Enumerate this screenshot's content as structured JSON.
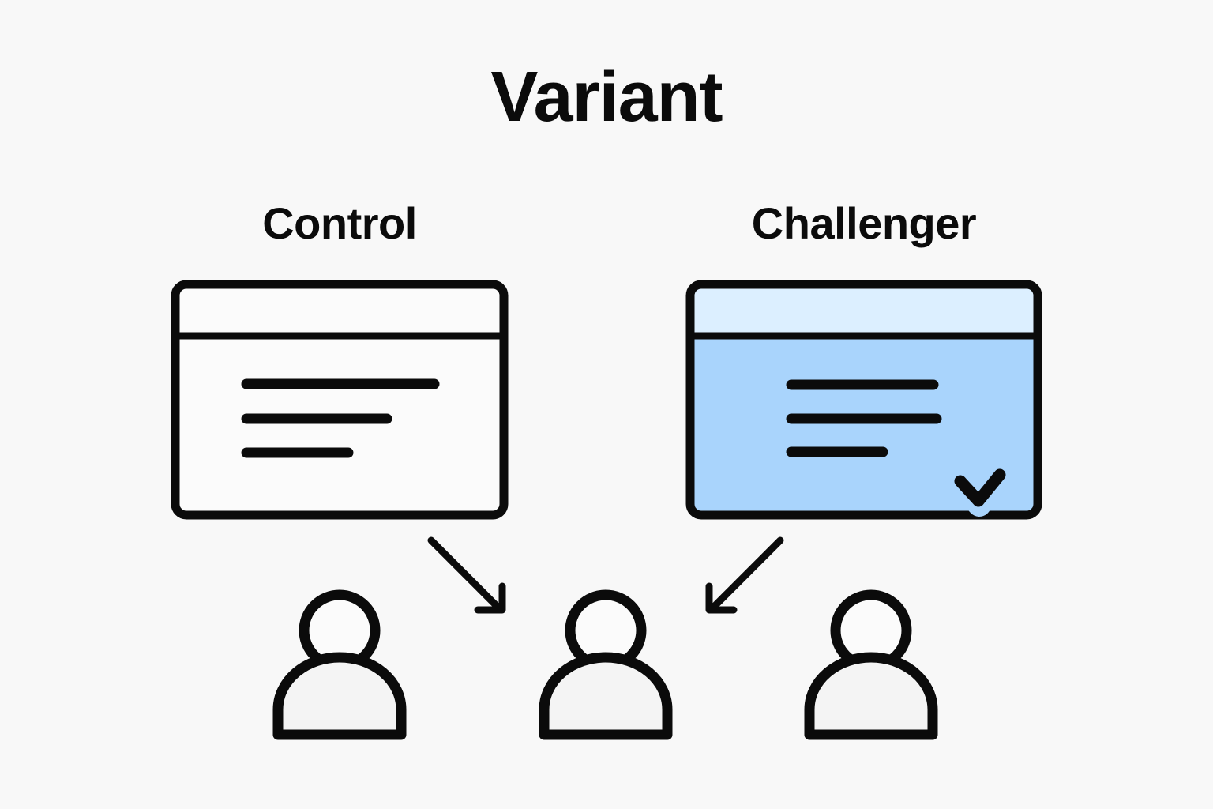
{
  "page": {
    "title": "Variant",
    "background_color": "#f8f8f8",
    "ink_color": "#0b0b0b"
  },
  "cards": [
    {
      "id": "control",
      "label": "Control",
      "header_fill": "#fbfbfb",
      "body_fill": "#fbfbfb",
      "border_color": "#0b0b0b",
      "has_check": false,
      "content_lines": 3
    },
    {
      "id": "challenger",
      "label": "Challenger",
      "header_fill": "#dcefff",
      "body_fill": "#a9d4fc",
      "border_color": "#0b0b0b",
      "has_check": true,
      "check_icon": "check-icon",
      "content_lines": 3
    }
  ],
  "arrows": [
    {
      "id": "control-to-user",
      "icon": "arrow-down-right-icon",
      "direction": "down-right"
    },
    {
      "id": "challenger-to-user",
      "icon": "arrow-down-left-icon",
      "direction": "down-left"
    }
  ],
  "users": [
    {
      "id": "user-1",
      "icon": "person-icon",
      "fill": "#f4f4f4"
    },
    {
      "id": "user-2",
      "icon": "person-icon",
      "fill": "#f4f4f4"
    },
    {
      "id": "user-3",
      "icon": "person-icon",
      "fill": "#f4f4f4"
    }
  ]
}
